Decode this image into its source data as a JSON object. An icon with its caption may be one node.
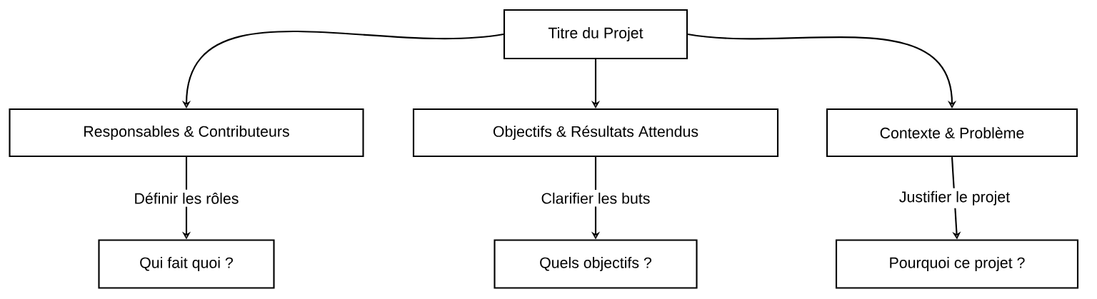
{
  "diagram": {
    "nodes": [
      {
        "text": [
          "Titre du Projet"
        ]
      },
      {
        "text": [
          "Responsables & Contributeurs"
        ]
      },
      {
        "text": [
          "Objectifs & Résultats Attendus"
        ]
      },
      {
        "text": [
          "Contexte & Problème"
        ]
      },
      {
        "text": [
          "Qui fait quoi ?"
        ]
      },
      {
        "text": [
          "Quels objectifs ?"
        ]
      },
      {
        "text": [
          "Pourquoi ce projet ?"
        ]
      }
    ],
    "edges": [
      {
        "from": 0,
        "to": 1,
        "arrow": "to"
      },
      {
        "from": 0,
        "to": 2,
        "arrow": "to"
      },
      {
        "from": 0,
        "to": 3,
        "arrow": "to"
      },
      {
        "from": 1,
        "to": 4,
        "arrow": "to",
        "label": "Définir les rôles"
      },
      {
        "from": 2,
        "to": 5,
        "arrow": "to",
        "label": "Clarifier les buts"
      },
      {
        "from": 3,
        "to": 6,
        "arrow": "to",
        "label": "Justifier le projet"
      }
    ]
  }
}
